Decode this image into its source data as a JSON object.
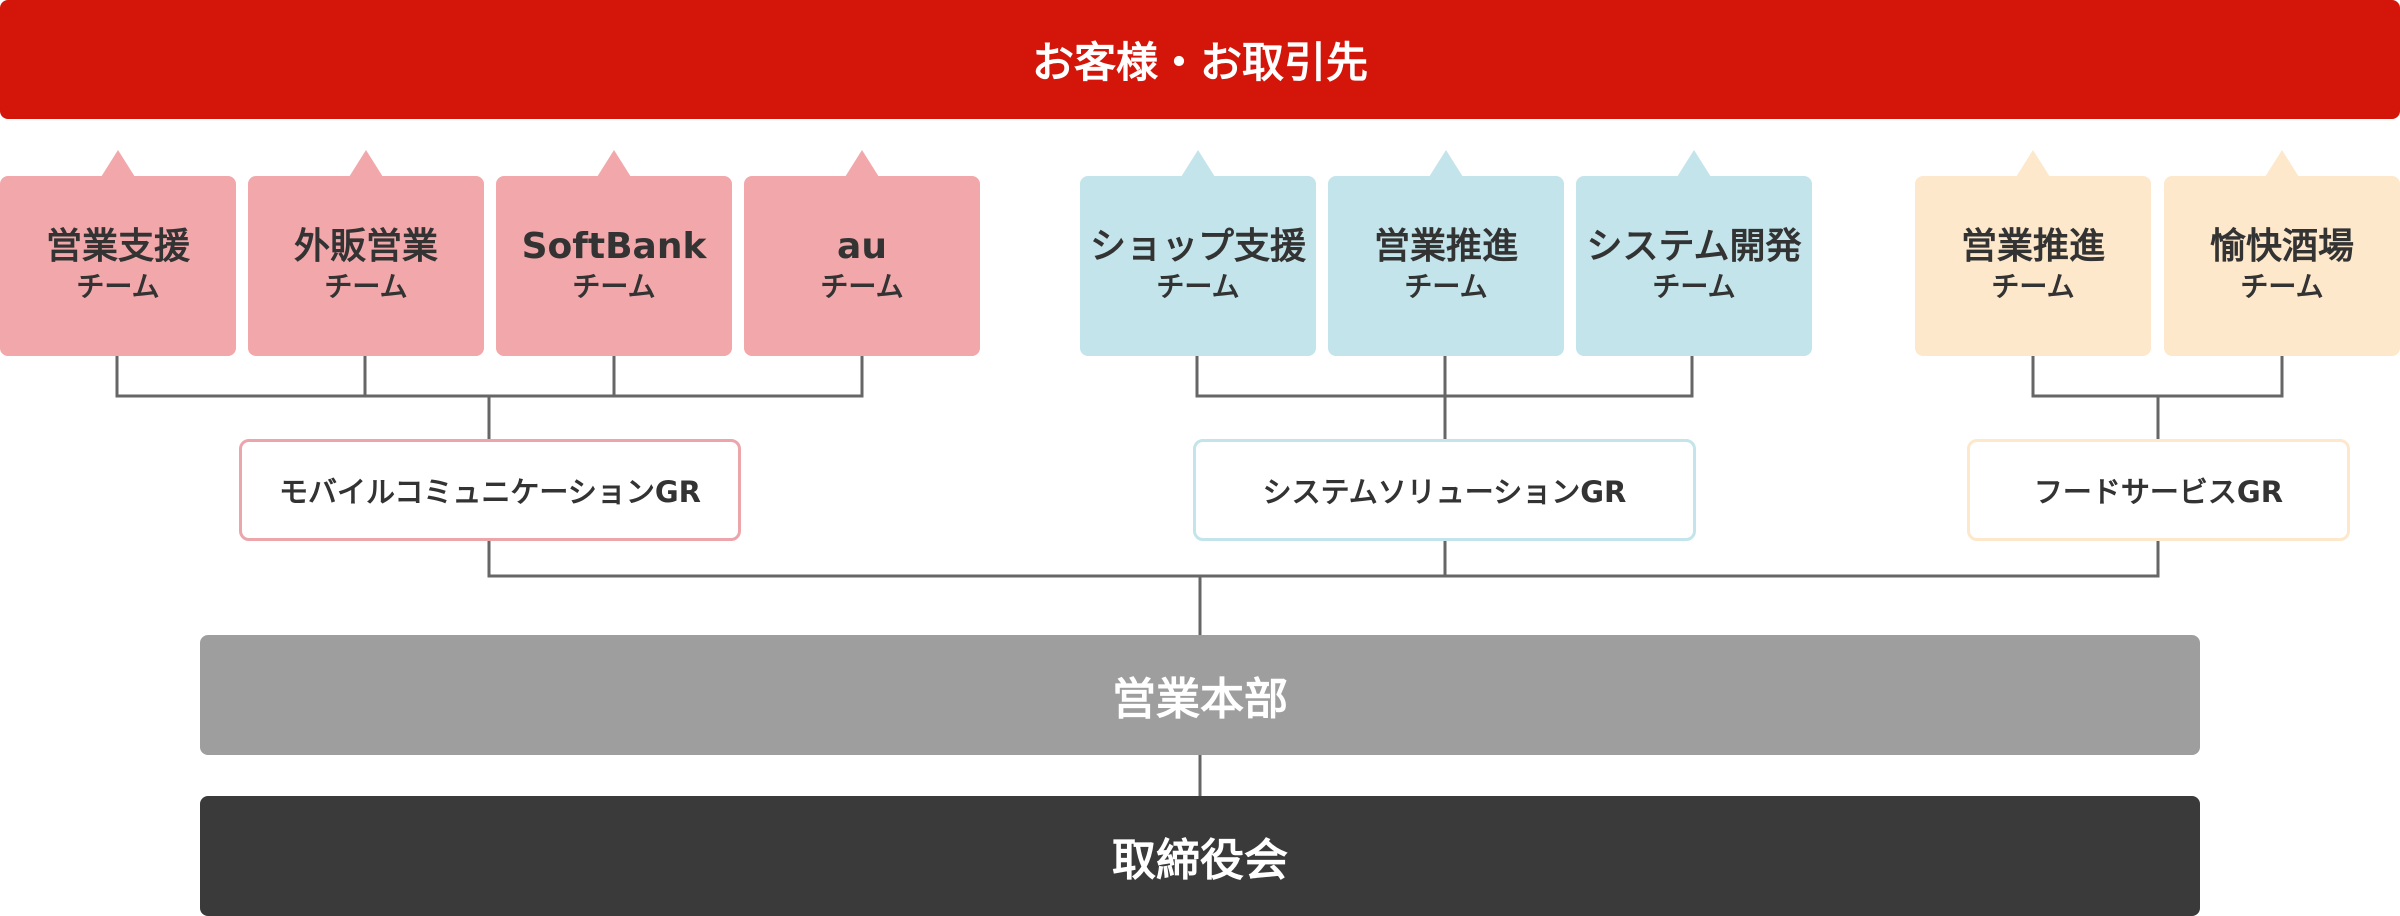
{
  "header": {
    "title": "お客様・お取引先"
  },
  "teams": [
    {
      "name": "営業支援",
      "sub": "チーム"
    },
    {
      "name": "外販営業",
      "sub": "チーム"
    },
    {
      "name": "SoftBank",
      "sub": "チーム"
    },
    {
      "name": "au",
      "sub": "チーム"
    },
    {
      "name": "ショップ支援",
      "sub": "チーム"
    },
    {
      "name": "営業推進",
      "sub": "チーム"
    },
    {
      "name": "システム開発",
      "sub": "チーム"
    },
    {
      "name": "営業推進",
      "sub": "チーム"
    },
    {
      "name": "愉快酒場",
      "sub": "チーム"
    }
  ],
  "groups": [
    {
      "name": "モバイルコミュニケーションGR"
    },
    {
      "name": "システムソリューションGR"
    },
    {
      "name": "フードサービスGR"
    }
  ],
  "division": {
    "name": "営業本部"
  },
  "board": {
    "name": "取締役会"
  },
  "colors": {
    "banner": "#d3150a",
    "mobile": "#f2a8aa",
    "system": "#c2e4ea",
    "food": "#fde8cc",
    "division": "#9e9e9e",
    "board": "#3a3a3a",
    "connector": "#666666"
  }
}
